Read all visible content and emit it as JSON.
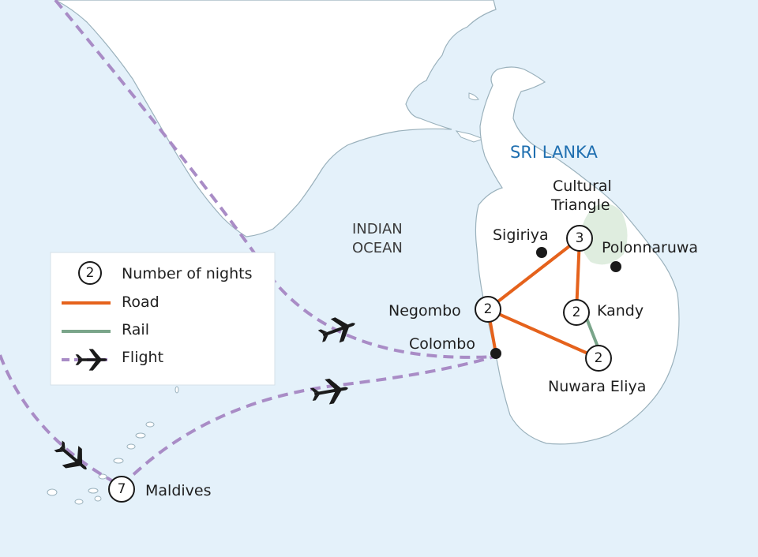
{
  "labels": {
    "country": "SRI LANKA",
    "ocean_line1": "INDIAN",
    "ocean_line2": "OCEAN"
  },
  "places": {
    "cultural_triangle_line1": "Cultural",
    "cultural_triangle_line2": "Triangle",
    "sigiriya": "Sigiriya",
    "polonnaruwa": "Polonnaruwa",
    "negombo": "Negombo",
    "kandy": "Kandy",
    "colombo": "Colombo",
    "nuwara_eliya": "Nuwara Eliya",
    "maldives": "Maldives"
  },
  "nights": {
    "cultural_triangle": "3",
    "negombo": "2",
    "kandy": "2",
    "nuwara_eliya": "2",
    "maldives": "7"
  },
  "legend": {
    "nights_sample": "2",
    "nights_label": "Number of nights",
    "road_label": "Road",
    "rail_label": "Rail",
    "flight_label": "Flight"
  },
  "colors": {
    "sea": "#e4f1fa",
    "land": "#ffffff",
    "coast": "#9ab1bc",
    "road": "#e5621c",
    "rail": "#7aa58a",
    "flight": "#a98cc6",
    "country_label": "#1f6fb0",
    "highlight_region": "#dcebdc"
  },
  "icons": {
    "stop": "numbered-circle-icon",
    "town": "town-dot-icon",
    "flight": "plane-icon"
  }
}
